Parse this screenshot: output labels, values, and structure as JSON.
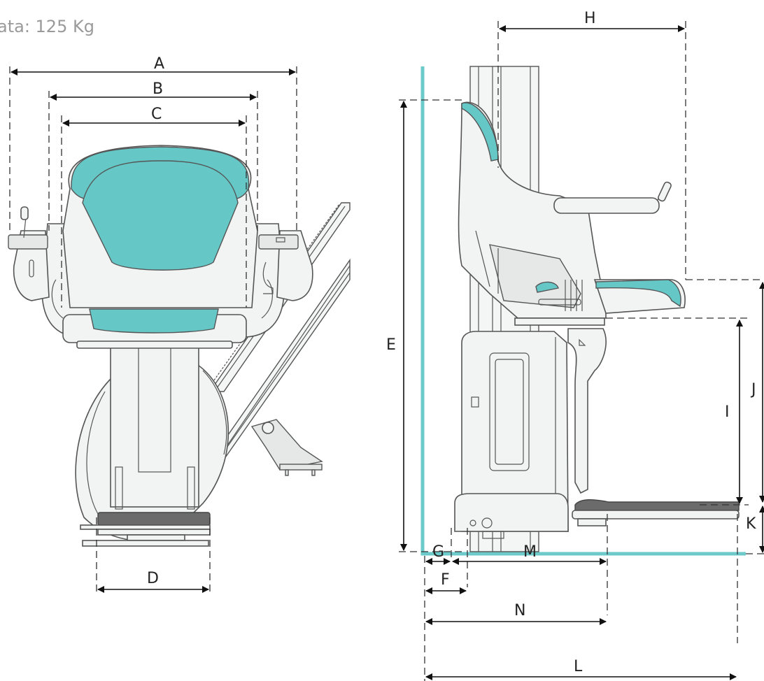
{
  "header": {
    "capacity_text": "ata: 125 Kg"
  },
  "dimensions": {
    "A": "A",
    "B": "B",
    "C": "C",
    "D": "D",
    "E": "E",
    "F": "F",
    "G": "G",
    "H": "H",
    "I": "I",
    "J": "J",
    "K": "K",
    "L": "L",
    "M": "M",
    "N": "N"
  },
  "colors": {
    "accent_teal": "#66c7c7",
    "wall_teal": "#6ccaca",
    "footrest_gray": "#6b6b6b"
  }
}
